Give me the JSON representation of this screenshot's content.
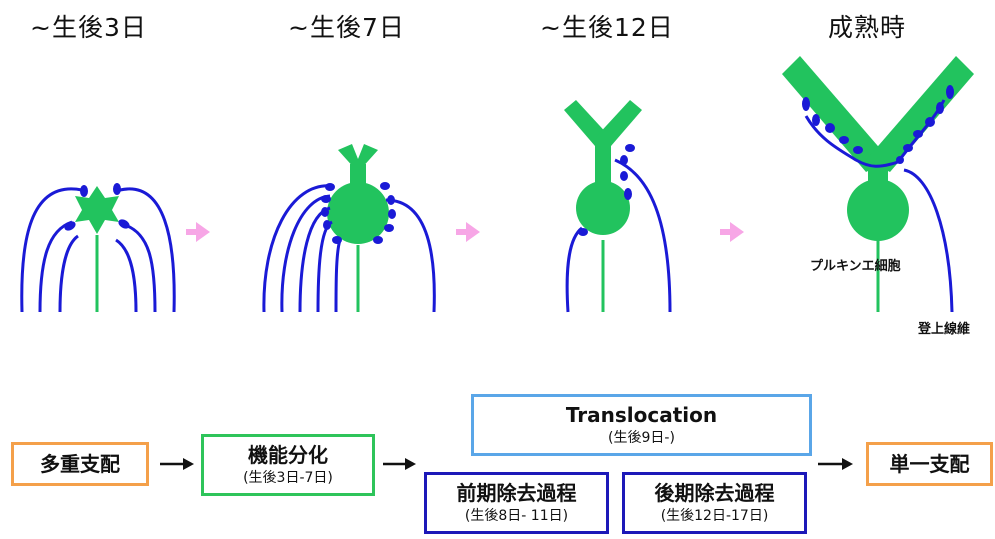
{
  "stages": [
    {
      "label": "~生後3日"
    },
    {
      "label": "~生後7日"
    },
    {
      "label": "~生後12日"
    },
    {
      "label": "成熟時"
    }
  ],
  "labels": {
    "purkinje": "プルキンエ細胞",
    "climbing_fiber": "登上線維"
  },
  "flow": {
    "start": "多重支配",
    "functional": {
      "title": "機能分化",
      "sub": "(生後3日-7日)"
    },
    "translocation": {
      "title": "Translocation",
      "sub": "(生後9日-)"
    },
    "early": {
      "title": "前期除去過程",
      "sub": "(生後8日- 11日)"
    },
    "late": {
      "title": "後期除去過程",
      "sub": "(生後12日-17日)"
    },
    "end": "単一支配"
  },
  "colors": {
    "cell": "#22c35e",
    "fiber": "#1a1ad6",
    "arrow_stage": "#f7a6e6",
    "orange": "#f4a04a",
    "green": "#2ec45a",
    "sky": "#5aa6e8",
    "navy": "#1c18b8"
  }
}
